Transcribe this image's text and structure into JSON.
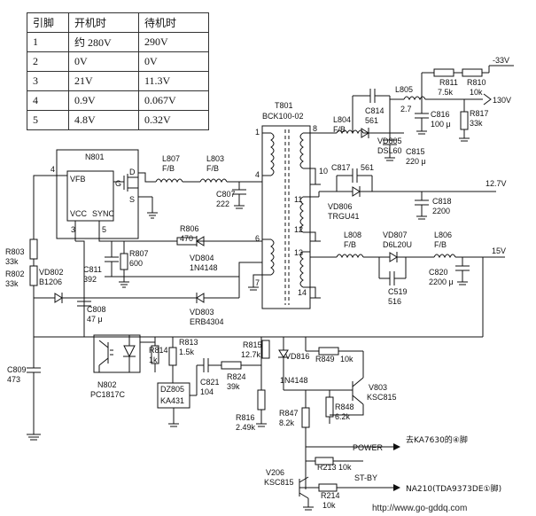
{
  "pin_table": {
    "headers": [
      "引脚",
      "开机时",
      "待机时"
    ],
    "rows": [
      [
        "1",
        "约 280V",
        "290V"
      ],
      [
        "2",
        "0V",
        "0V"
      ],
      [
        "3",
        "21V",
        "11.3V"
      ],
      [
        "4",
        "0.9V",
        "0.067V"
      ],
      [
        "5",
        "4.8V",
        "0.32V"
      ]
    ]
  },
  "labels": {
    "n801": "N801",
    "vfb": "VFB",
    "vcc": "VCC",
    "sync": "SYNC",
    "g": "G",
    "d": "D",
    "s": "S",
    "p4": "4",
    "p3": "3",
    "p5": "5",
    "t801": "T801",
    "bck": "BCK100-02",
    "tp1": "1",
    "tp8": "8",
    "tp4": "4",
    "tp10": "10",
    "tp11": "11",
    "tp12": "12",
    "tp6": "6",
    "tp13": "13",
    "tp7": "7",
    "tp14": "14",
    "l807": "L807",
    "l807v": "F/B",
    "l803": "L803",
    "l803v": "F/B",
    "l804": "L804",
    "l804v": "F/B",
    "l805": "L805",
    "l805v": "2.7",
    "l808": "L808",
    "l808v": "F/B",
    "l806": "L806",
    "l806v": "F/B",
    "c807": "C807",
    "c807v": "222",
    "c814": "C814",
    "c814v": "561",
    "c816": "C816",
    "c816v": "100 μ",
    "c815": "C815",
    "c815v": "220 μ",
    "c817": "C817",
    "c817v": "561",
    "c818": "C818",
    "c818v": "2200",
    "c820": "C820",
    "c820v": "2200 μ",
    "c519": "C519",
    "c519v": "516",
    "vd805": "VD805",
    "vd805v": "DSL60",
    "vd806": "VD806",
    "vd806v": "TRGU41",
    "vd807": "VD807",
    "vd807v": "D6L20U",
    "r811": "R811",
    "r811v": "7.5k",
    "r810": "R810",
    "r810v": "10k",
    "r817": "R817",
    "r817v": "33k",
    "v33": "-33V",
    "v130": "130V",
    "v127": "12.7V",
    "v15": "15V",
    "r806": "R806",
    "r806v": "470",
    "r807": "R807",
    "r807v": "600",
    "c811": "C811",
    "c811v": "392",
    "vd804": "VD804",
    "vd804v": "1N4148",
    "vd803": "VD803",
    "vd803v": "ERB4304",
    "r803": "R803",
    "r803v": "33k",
    "r802": "R802",
    "r802v": "33k",
    "vd802": "VD802",
    "vd802v": "B1206",
    "c808": "C808",
    "c808v": "47 μ",
    "c809": "C809",
    "c809v": "473",
    "n802": "N802",
    "n802v": "PC1817C",
    "r814": "R814",
    "r814v": "1k",
    "r813": "R813",
    "r813v": "1.5k",
    "dz805": "DZ805",
    "dz805v": "KA431",
    "c821": "C821",
    "c821v": "104",
    "r824": "R824",
    "r824v": "39k",
    "r815": "R815",
    "r815v": "12.7k",
    "vd816": "VD816",
    "vd816v": "1N4148",
    "r849": "R849",
    "r849v": "10k",
    "v803": "V803",
    "v803v": "KSC815",
    "r848": "R848",
    "r848v": "6.2k",
    "r847": "R847",
    "r847v": "8.2k",
    "r816": "R816",
    "r816v": "2.49k",
    "power": "POWER",
    "to_ka": "去KA7630的④脚",
    "r213": "R213",
    "r213v": "10k",
    "v206": "V206",
    "v206v": "KSC815",
    "r214": "R214",
    "r214v": "10k",
    "stby": "ST-BY",
    "na210": "NA210(TDA9373DE①脚)",
    "site": "http://www.go-gddq.com"
  }
}
